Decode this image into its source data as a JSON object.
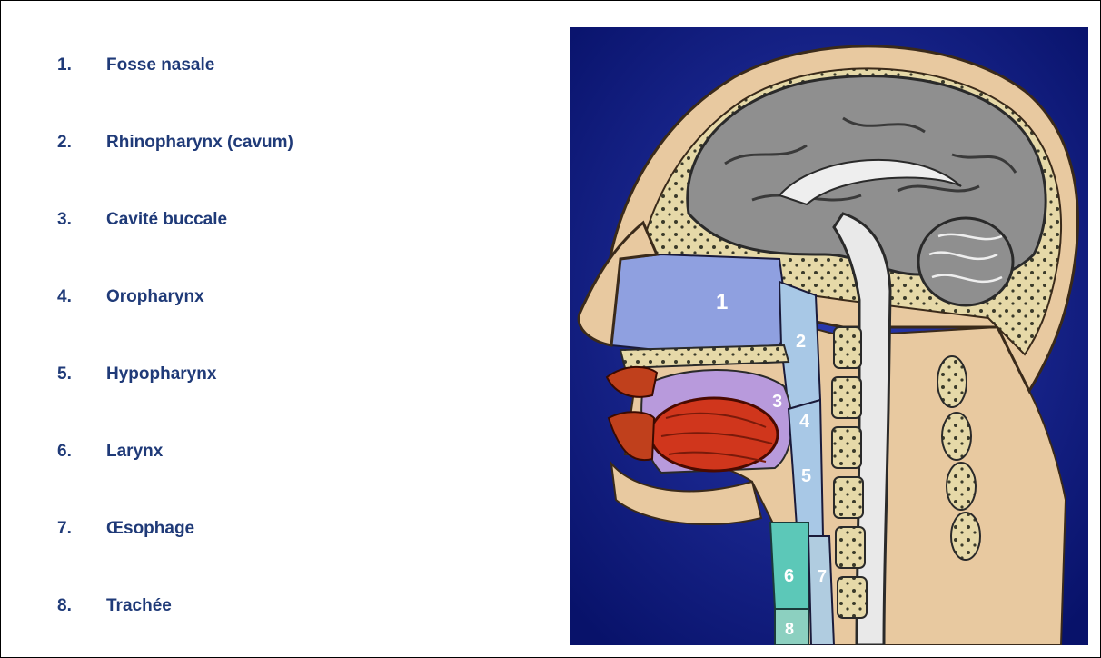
{
  "legend": {
    "items": [
      {
        "number": "1.",
        "label": "Fosse nasale"
      },
      {
        "number": "2.",
        "label": "Rhinopharynx (cavum)"
      },
      {
        "number": "3.",
        "label": "Cavité buccale"
      },
      {
        "number": "4.",
        "label": "Oropharynx"
      },
      {
        "number": "5.",
        "label": "Hypopharynx"
      },
      {
        "number": "6.",
        "label": "Larynx"
      },
      {
        "number": "7.",
        "label": "Œsophage"
      },
      {
        "number": "8.",
        "label": "Trachée"
      }
    ]
  },
  "figure": {
    "markers": [
      "1",
      "2",
      "3",
      "4",
      "5",
      "6",
      "7",
      "8"
    ],
    "colors": {
      "background": "#0d1a8a",
      "skin": "#e8c9a0",
      "brain": "#8f8f8f",
      "nasal_cavity": "#8fa0e0",
      "tongue": "#d0361c",
      "pharynx": "#a8c8e6",
      "larynx": "#5cc8b8"
    }
  }
}
